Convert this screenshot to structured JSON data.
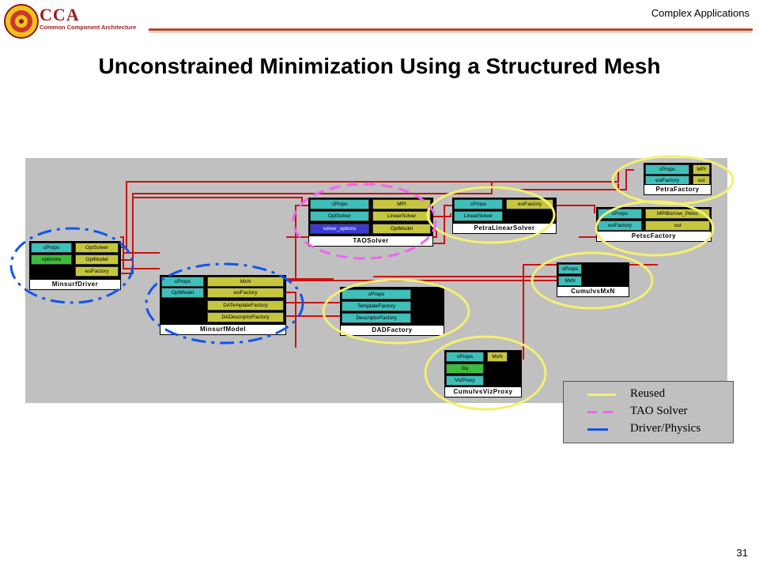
{
  "header": {
    "logo_text": "CCA",
    "logo_subtitle": "Common Component Architecture",
    "section": "Complex Applications"
  },
  "title": "Unconstrained Minimization Using a Structured Mesh",
  "colors": {
    "reused": "#f5f070",
    "tao_solver": "#ee66ee",
    "driver_physics": "#1155ee",
    "wire": "#cc1111"
  },
  "components": [
    {
      "name": "MinsurfDriver",
      "ports": [
        [
          "cProps",
          "teal"
        ],
        [
          "OptSolver",
          "olive"
        ],
        [
          "optimize",
          "green"
        ],
        [
          "OptModel",
          "olive"
        ],
        [
          "",
          "black"
        ],
        [
          "esiFactory",
          "olive"
        ]
      ]
    },
    {
      "name": "MinsurfModel",
      "ports": [
        [
          "cProps",
          "teal"
        ],
        [
          "MxN",
          "olive"
        ],
        [
          "OptModel",
          "teal"
        ],
        [
          "esiFactory",
          "olive"
        ],
        [
          "DATemplateFactory",
          "olive"
        ],
        [
          "DADescriptorFactory",
          "olive"
        ]
      ]
    },
    {
      "name": "TAOSolver",
      "ports": [
        [
          "cProps",
          "teal"
        ],
        [
          "MPI",
          "olive"
        ],
        [
          "OptSolver",
          "teal"
        ],
        [
          "LinearSolver",
          "olive"
        ],
        [
          "solver_options",
          "blue"
        ],
        [
          "OptModel",
          "olive"
        ]
      ]
    },
    {
      "name": "PetraLinearSolver",
      "ports": [
        [
          "cProps",
          "teal"
        ],
        [
          "esiFactory",
          "olive"
        ],
        [
          "LinearSolver",
          "teal"
        ]
      ]
    },
    {
      "name": "DADFactory",
      "ports": [
        [
          "cProps",
          "teal"
        ],
        [
          "TemplateFactory",
          "teal"
        ],
        [
          "DescriptorFactory",
          "teal"
        ]
      ]
    },
    {
      "name": "PetraFactory",
      "ports": [
        [
          "cProps",
          "teal"
        ],
        [
          "MPI",
          "olive"
        ],
        [
          "esiFactory",
          "teal"
        ],
        [
          "out",
          "olive"
        ]
      ]
    },
    {
      "name": "PetscFactory",
      "ports": [
        [
          "cProps",
          "teal"
        ],
        [
          "MPIBorrow_Petsc",
          "olive"
        ],
        [
          "esiFactory",
          "teal"
        ],
        [
          "out",
          "olive"
        ]
      ]
    },
    {
      "name": "CumulvsMxN",
      "ports": [
        [
          "cProps",
          "teal"
        ],
        [
          "MxN",
          "teal"
        ]
      ]
    },
    {
      "name": "CumulvsVizProxy",
      "ports": [
        [
          "cProps",
          "teal"
        ],
        [
          "MxN",
          "olive"
        ],
        [
          "Go",
          "green"
        ],
        [
          "VizProxy",
          "teal"
        ]
      ]
    }
  ],
  "legend": [
    {
      "label": "Reused",
      "style": "solid",
      "color": "#f5f070"
    },
    {
      "label": "TAO Solver",
      "style": "dashed",
      "color": "#ee66ee"
    },
    {
      "label": "Driver/Physics",
      "style": "solid",
      "color": "#1155ee"
    }
  ],
  "page_number": "31"
}
